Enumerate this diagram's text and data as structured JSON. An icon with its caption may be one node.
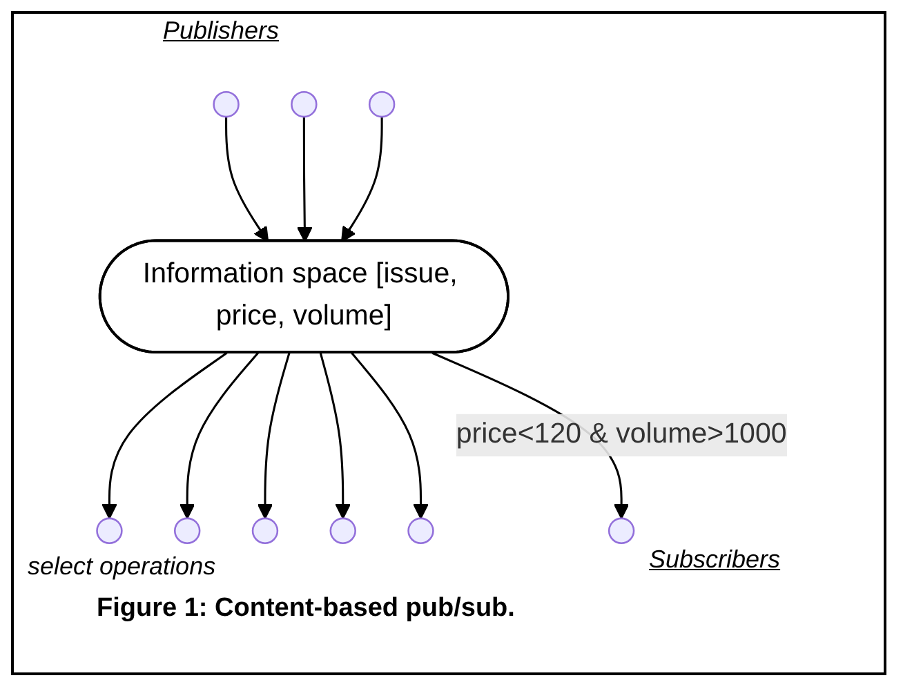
{
  "diagram": {
    "caption": "Figure 1: Content-based pub/sub.",
    "nodes": [
      {
        "text": [],
        "shape": "circle"
      },
      {
        "text": [],
        "shape": "circle"
      },
      {
        "text": [],
        "shape": "circle"
      },
      {
        "text": [
          "Information space [issue, price, volume]"
        ]
      },
      {
        "text": [],
        "shape": "circle"
      },
      {
        "text": [],
        "shape": "circle"
      },
      {
        "text": [],
        "shape": "circle"
      },
      {
        "text": [],
        "shape": "circle"
      },
      {
        "text": [],
        "shape": "circle"
      },
      {
        "text": [],
        "shape": "circle"
      }
    ],
    "edges": [
      {
        "from": 0,
        "to": 3,
        "arrow": "to"
      },
      {
        "from": 1,
        "to": 3,
        "arrow": "to"
      },
      {
        "from": 2,
        "to": 3,
        "arrow": "to"
      },
      {
        "from": 3,
        "to": 4,
        "arrow": "to"
      },
      {
        "from": 3,
        "to": 5,
        "arrow": "to"
      },
      {
        "from": 3,
        "to": 6,
        "arrow": "to"
      },
      {
        "from": 3,
        "to": 7,
        "arrow": "to"
      },
      {
        "from": 3,
        "to": 8,
        "arrow": "to"
      },
      {
        "from": 3,
        "to": 9,
        "arrow": "to",
        "label": "price<120 & volume>1000"
      }
    ],
    "labels": [
      "Publishers",
      "select operations",
      "Subscribers"
    ]
  }
}
